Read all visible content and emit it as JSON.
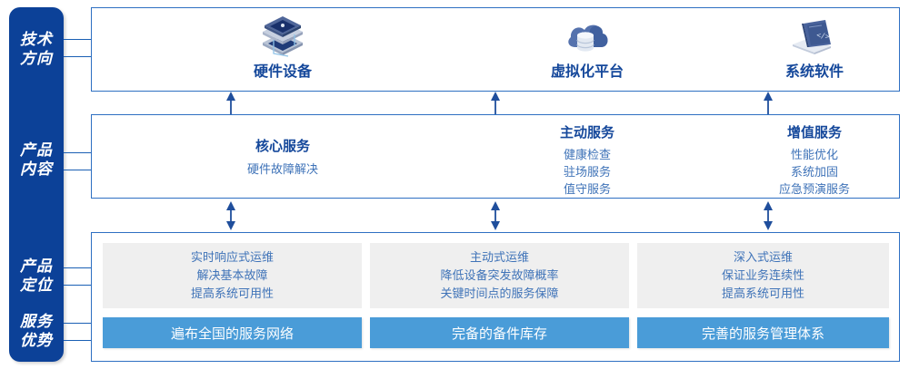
{
  "sidebar": {
    "labels": [
      {
        "id": "tech-direction",
        "lines": [
          "技术",
          "方向"
        ]
      },
      {
        "id": "product-content",
        "lines": [
          "产品",
          "内容"
        ]
      },
      {
        "id": "product-position",
        "lines": [
          "产品",
          "定位"
        ]
      },
      {
        "id": "service-advantage",
        "lines": [
          "服务",
          "优势"
        ]
      }
    ],
    "color": "#0c4198"
  },
  "tech_row": {
    "columns": [
      {
        "icon": "server-stack-icon",
        "title": "硬件设备"
      },
      {
        "icon": "cloud-database-icon",
        "title": "虚拟化平台"
      },
      {
        "icon": "laptop-code-icon",
        "title": "系统软件"
      }
    ]
  },
  "content_row": {
    "columns": [
      {
        "title": "核心服务",
        "items": [
          "硬件故障解决"
        ]
      },
      {
        "title": "主动服务",
        "items": [
          "健康检查",
          "驻场服务",
          "值守服务"
        ]
      },
      {
        "title": "增值服务",
        "items": [
          "性能优化",
          "系统加固",
          "应急预演服务"
        ]
      }
    ]
  },
  "bottom_row": {
    "cards": [
      {
        "lines": [
          "实时响应式运维",
          "解决基本故障",
          "提高系统可用性"
        ],
        "bar": "遍布全国的服务网络"
      },
      {
        "lines": [
          "主动式运维",
          "降低设备突发故障概率",
          "关键时间点的服务保障"
        ],
        "bar": "完备的备件库存"
      },
      {
        "lines": [
          "深入式运维",
          "保证业务连续性",
          "提高系统可用性"
        ],
        "bar": "完善的服务管理体系"
      }
    ],
    "card_bg": "#efefef",
    "bar_bg": "#4a9cd8"
  },
  "colors": {
    "navy": "#15489b",
    "light_blue_text": "#3f73b8",
    "border_blue": "#2e6fc2",
    "arrow": "#1f4e9c"
  }
}
